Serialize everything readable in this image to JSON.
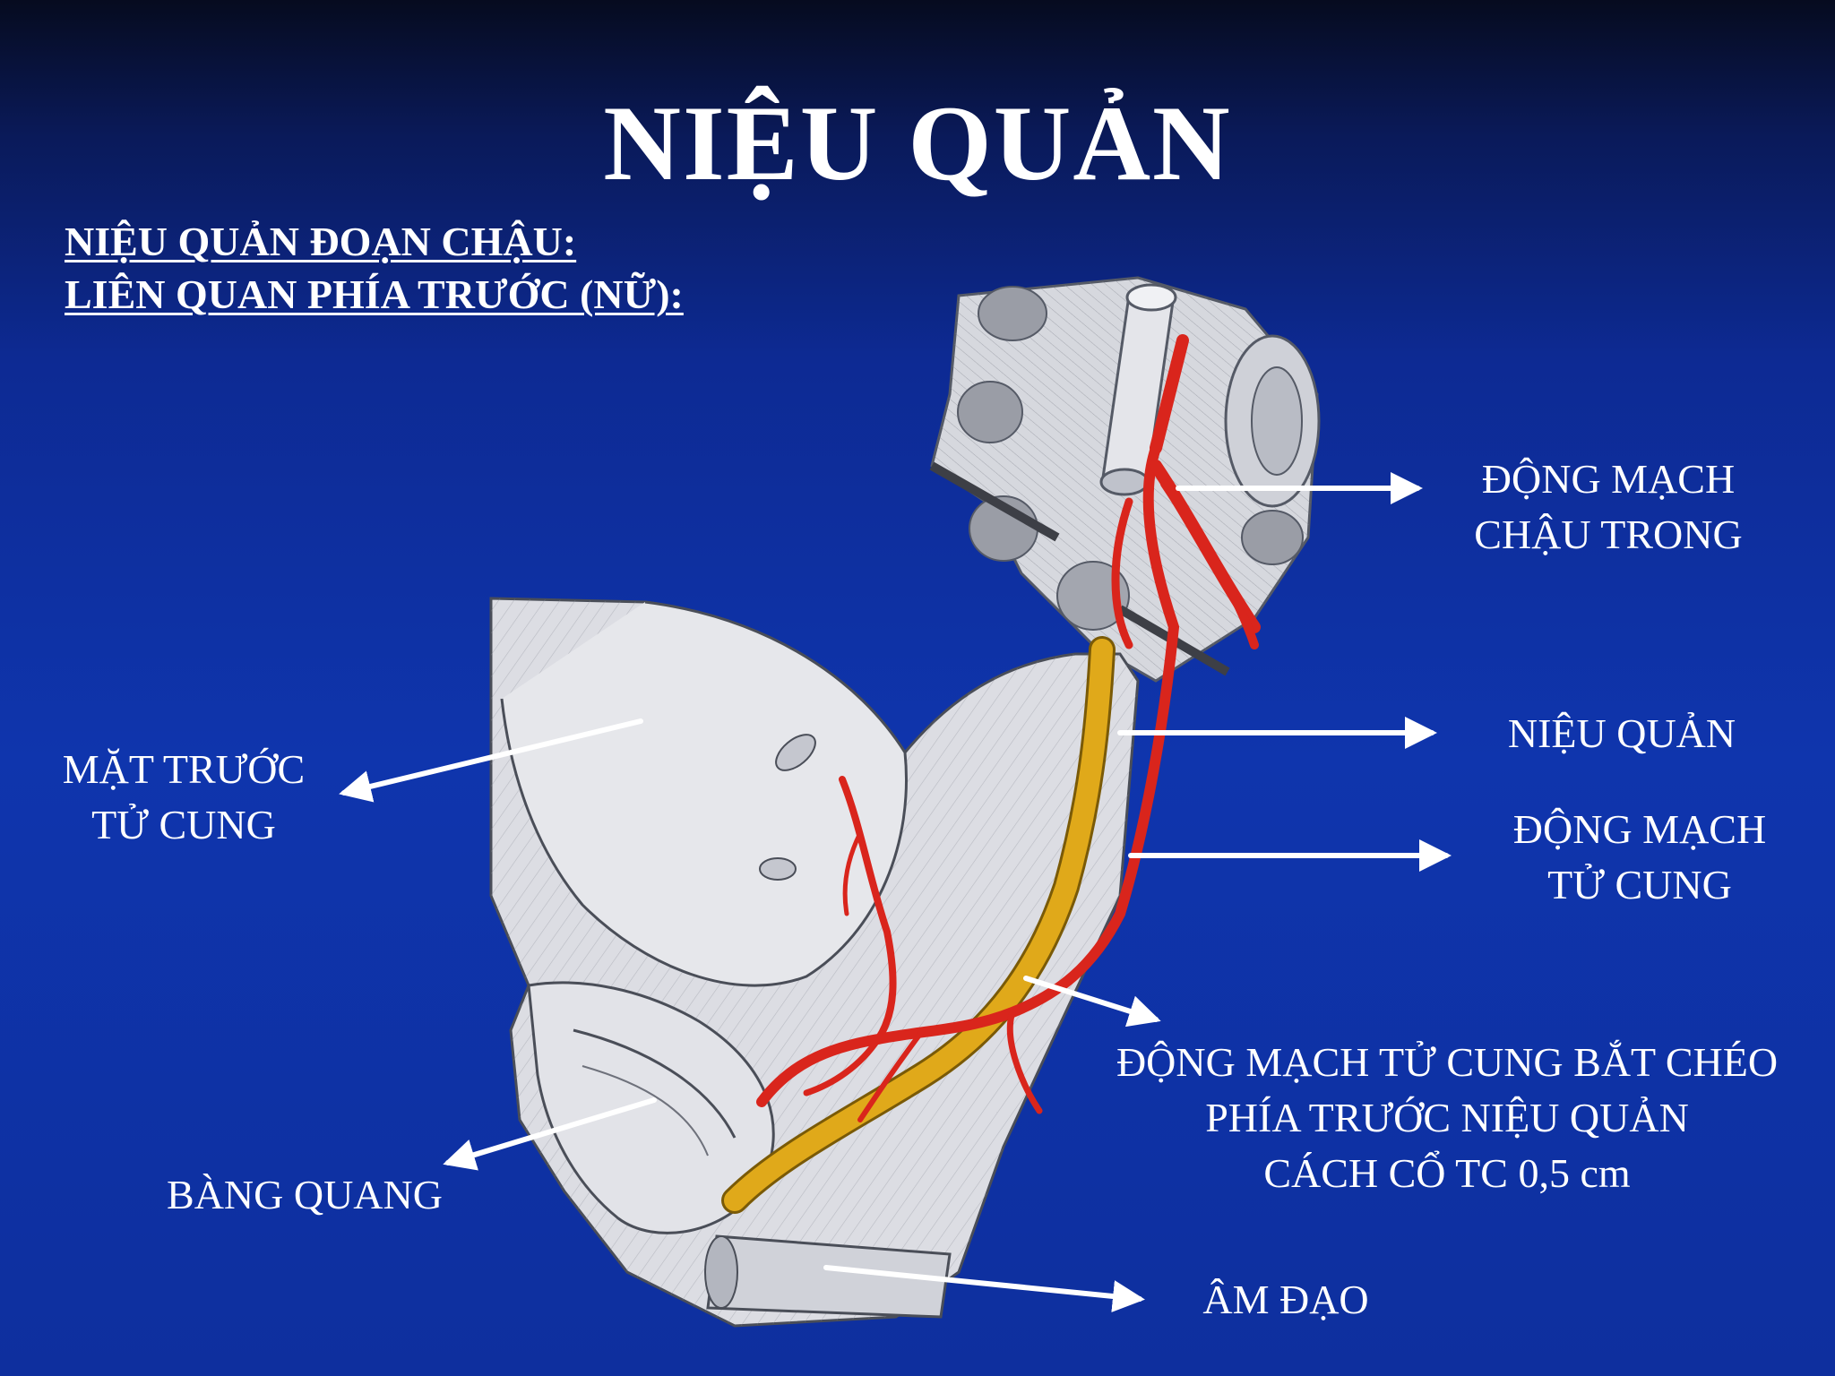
{
  "slide": {
    "title": "NIỆU QUẢN",
    "subtitle_line1": "NIỆU QUẢN ĐOẠN CHẬU:",
    "subtitle_line2": "LIÊN QUAN PHÍA TRƯỚC (NỮ):"
  },
  "labels": {
    "internal_iliac_artery": [
      "ĐỘNG MẠCH",
      "CHẬU TRONG"
    ],
    "ureter": [
      "NIỆU QUẢN"
    ],
    "uterine_artery": [
      "ĐỘNG MẠCH",
      "TỬ CUNG"
    ],
    "crossing_note": [
      "ĐỘNG MẠCH TỬ CUNG BẮT CHÉO",
      "PHÍA TRƯỚC NIỆU QUẢN",
      "CÁCH CỔ TC 0,5 cm"
    ],
    "anterior_uterus": [
      "MẶT TRƯỚC",
      "TỬ CUNG"
    ],
    "bladder": [
      "BÀNG QUANG"
    ],
    "vagina": [
      "ÂM ĐẠO"
    ]
  },
  "colors": {
    "background": "#0f35ad",
    "text": "#ffffff",
    "tissue": "#dcdde3",
    "artery": "#d9251c",
    "ureter": "#e0a91a"
  }
}
